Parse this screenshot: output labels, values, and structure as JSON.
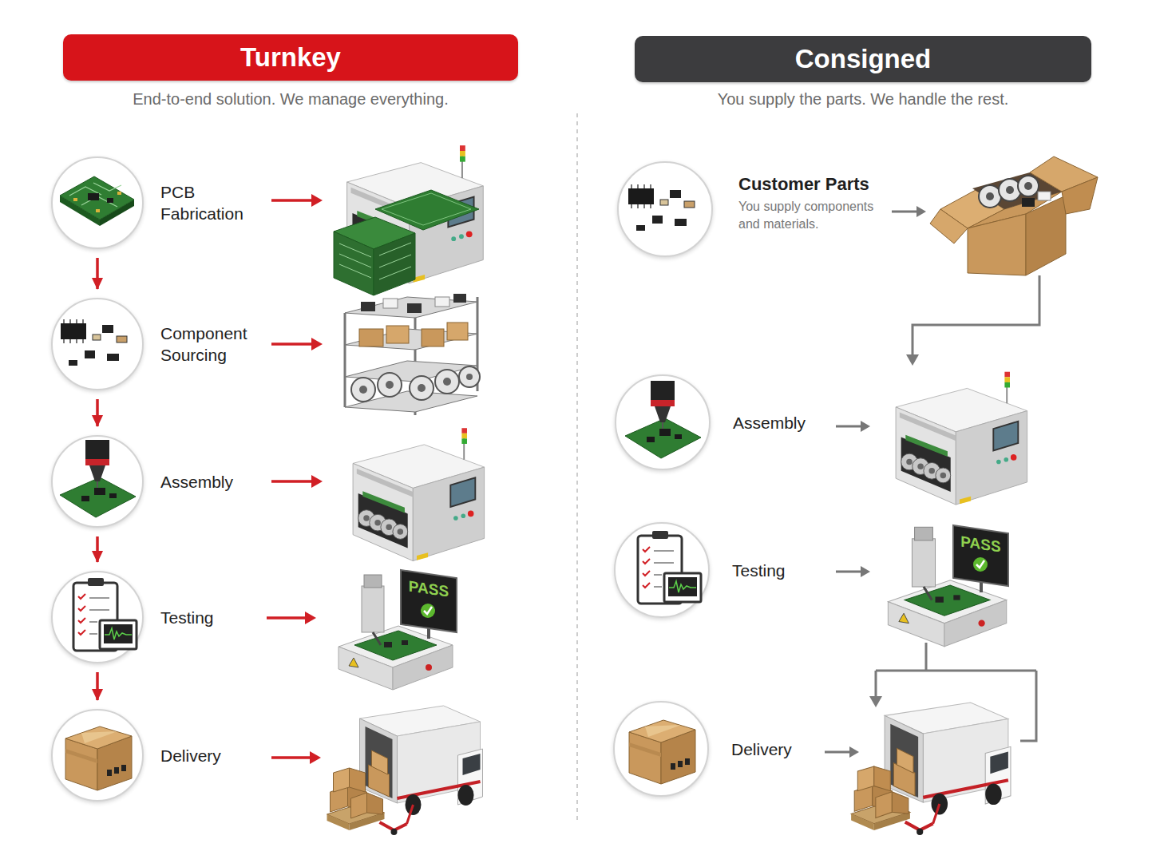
{
  "diagram": {
    "nodes": [
      {
        "text": [
          "Turnkey",
          "End-to-end solution. We manage everything."
        ]
      },
      {
        "text": [
          "Consigned",
          "You supply the parts. We handle the rest."
        ]
      },
      {
        "text": [
          "PCB Fabrication"
        ]
      },
      {
        "text": [
          "Component Sourcing"
        ]
      },
      {
        "text": [
          "Assembly"
        ]
      },
      {
        "text": [
          "Testing"
        ]
      },
      {
        "text": [
          "Delivery"
        ]
      },
      {
        "text": [
          "Customer Parts",
          "You supply components and materials."
        ]
      },
      {
        "text": [
          "Assembly"
        ]
      },
      {
        "text": [
          "Testing"
        ]
      },
      {
        "text": [
          "Delivery"
        ]
      }
    ],
    "edges": [
      {
        "from": 2,
        "to": 3,
        "arrow": "to"
      },
      {
        "from": 3,
        "to": 4,
        "arrow": "to"
      },
      {
        "from": 4,
        "to": 5,
        "arrow": "to"
      },
      {
        "from": 5,
        "to": 6,
        "arrow": "to"
      }
    ],
    "labels": [
      "PASS",
      "PASS"
    ]
  }
}
